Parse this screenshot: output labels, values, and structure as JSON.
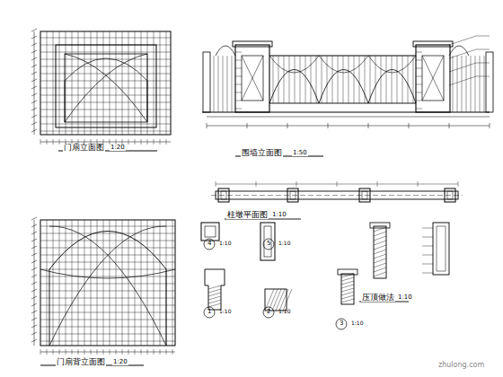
{
  "diagram": {
    "labels": [
      "门扇立面图",
      "1:20",
      "门扇背立面图",
      "1:20",
      "围墙立面图",
      "1:50",
      "柱墩平面图",
      "1:10",
      "4",
      "1:10",
      "5",
      "1:10",
      "1",
      "1:10",
      "2",
      "1:10",
      "压顶做法",
      "1:10",
      "3",
      "1:10",
      "zhulong.com"
    ]
  }
}
